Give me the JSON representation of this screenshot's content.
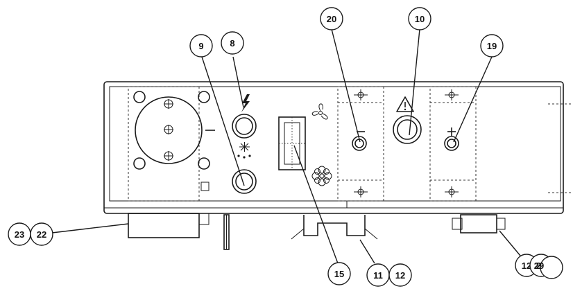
{
  "callouts": {
    "c9": "9",
    "c8": "8",
    "c20": "20",
    "c10": "10",
    "c19": "19",
    "c23": "23",
    "c22": "22",
    "c15": "15",
    "c11": "11",
    "c12": "12",
    "c12b": "12",
    "c29": "29",
    "c29b": ""
  },
  "panel_marks": {
    "minus": "−",
    "plus": "+"
  },
  "icons": [
    "lightning-icon",
    "snowflake-drops-icon",
    "fan-icon",
    "flower-fan-icon",
    "warning-triangle-icon"
  ]
}
